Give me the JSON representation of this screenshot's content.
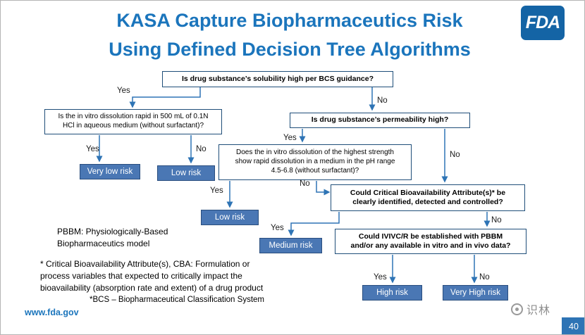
{
  "header": {
    "title": "KASA Capture Biopharmaceutics Risk\nUsing Defined Decision Tree Algorithms",
    "logo_text": "FDA"
  },
  "tree": {
    "labels": {
      "yes": "Yes",
      "no": "No"
    },
    "questions": {
      "solubility": "Is drug substance’s solubility high per BCS guidance?",
      "dissolution_hcl": "Is the in vitro dissolution rapid in 500 mL of 0.1N\nHCl in aqueous medium (without surfactant)?",
      "permeability": "Is drug substance’s permeability high?",
      "dissolution_ph": "Does the in vitro dissolution of the highest strength\nshow rapid dissolution in a medium in the pH range\n4.5-6.8 (without surfactant)?",
      "cba": "Could Critical Bioavailability Attribute(s)* be\nclearly identified, detected and controlled?",
      "ivivc": "Could IVIVC/R be established with PBBM\nand/or any available in vitro and in vivo data?"
    },
    "outcomes": {
      "very_low": "Very low risk",
      "low_left": "Low risk",
      "low_mid": "Low risk",
      "medium": "Medium risk",
      "high": "High risk",
      "very_high": "Very High risk"
    }
  },
  "notes": {
    "pbbm": "PBBM: Physiologically-Based\nBiopharmaceutics model",
    "cba": "* Critical Bioavailability Attribute(s), CBA:  Formulation or\nprocess variables that expected to critically impact the\nbioavailability (absorption rate and extent) of a drug product",
    "bcs": "*BCS – Biopharmaceutical Classification System"
  },
  "footer": {
    "url": "www.fda.gov",
    "watermark": "识林",
    "page_number": "40"
  },
  "colors": {
    "title_blue": "#1B75BC",
    "box_border": "#1F4E79",
    "risk_fill": "#4A77B4",
    "connector_blue": "#2E74B5",
    "fda_logo_blue": "#1464A5",
    "page_box_blue": "#2E74B5"
  }
}
